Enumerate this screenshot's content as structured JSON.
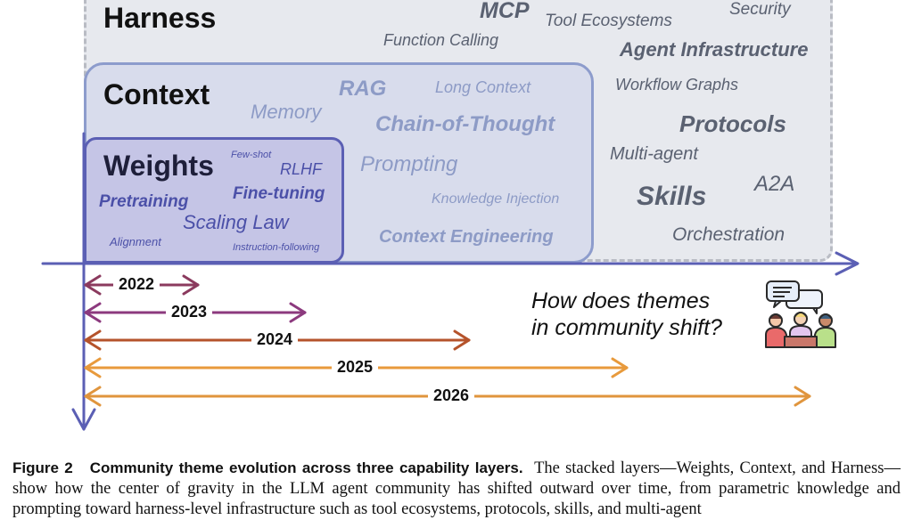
{
  "layers": {
    "harness": {
      "title": "Harness",
      "terms": [
        "MCP",
        "Tool Ecosystems",
        "Security",
        "Function Calling",
        "Agent Infrastructure",
        "Workflow Graphs",
        "Protocols",
        "Multi-agent",
        "A2A",
        "Skills",
        "Orchestration"
      ]
    },
    "context": {
      "title": "Context",
      "terms": [
        "RAG",
        "Long Context",
        "Memory",
        "Chain-of-Thought",
        "Prompting",
        "Knowledge Injection",
        "Context Engineering"
      ]
    },
    "weights": {
      "title": "Weights",
      "terms": [
        "Few-shot",
        "RLHF",
        "Pretraining",
        "Fine-tuning",
        "Scaling Law",
        "Alignment",
        "Instruction-following"
      ]
    }
  },
  "timeline": {
    "years": [
      {
        "label": "2022",
        "color": "#8b3a5e"
      },
      {
        "label": "2023",
        "color": "#8c3a7e"
      },
      {
        "label": "2024",
        "color": "#b5532b"
      },
      {
        "label": "2025",
        "color": "#e89a3c"
      },
      {
        "label": "2026",
        "color": "#e0953d"
      }
    ],
    "axis_color": "#5b5fb4"
  },
  "question": {
    "line1": "How does themes",
    "line2": "in community shift?",
    "icon": "community-discussion-icon"
  },
  "caption": {
    "label": "Figure 2",
    "title": "Community theme evolution across three capability layers.",
    "body": "The stacked layers—Weights, Context, and Harness—show how the center of gravity in the LLM agent community has shifted outward over time, from parametric knowledge and prompting toward harness-level infrastructure such as tool ecosystems, protocols, skills, and multi-agent"
  }
}
